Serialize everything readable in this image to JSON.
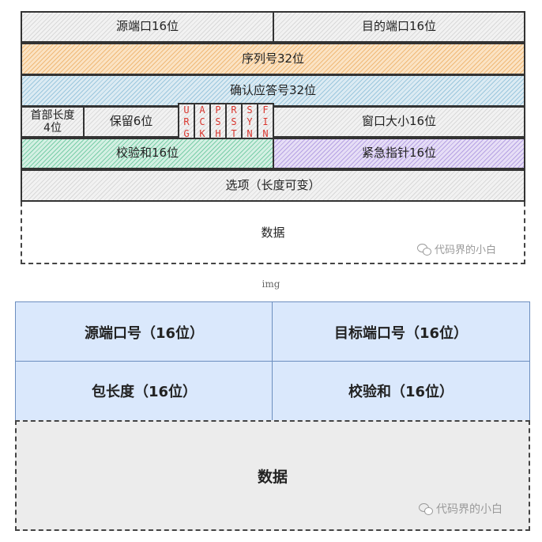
{
  "tcp": {
    "src_port": "源端口16位",
    "dst_port": "目的端口16位",
    "seq": "序列号32位",
    "ack": "确认应答号32位",
    "header_len": "首部长度\n4位",
    "reserved": "保留6位",
    "flags": [
      {
        "letters": [
          "U",
          "R",
          "G"
        ]
      },
      {
        "letters": [
          "A",
          "C",
          "K"
        ]
      },
      {
        "letters": [
          "P",
          "S",
          "H"
        ]
      },
      {
        "letters": [
          "R",
          "S",
          "T"
        ]
      },
      {
        "letters": [
          "S",
          "Y",
          "N"
        ]
      },
      {
        "letters": [
          "F",
          "I",
          "N"
        ]
      }
    ],
    "window": "窗口大小16位",
    "checksum": "校验和16位",
    "urgent": "紧急指针16位",
    "options": "选项（长度可变）",
    "data": "数据",
    "watermark": "代码界的小白"
  },
  "caption": "img",
  "udp": {
    "src_port": "源端口号（16位）",
    "dst_port": "目标端口号（16位）",
    "length": "包长度（16位）",
    "checksum": "校验和（16位）",
    "data": "数据",
    "watermark": "代码界的小白"
  },
  "colors": {
    "udp_fill": "#dae8fc",
    "udp_border": "#6c8ebf",
    "flag_text": "#d9372f"
  }
}
